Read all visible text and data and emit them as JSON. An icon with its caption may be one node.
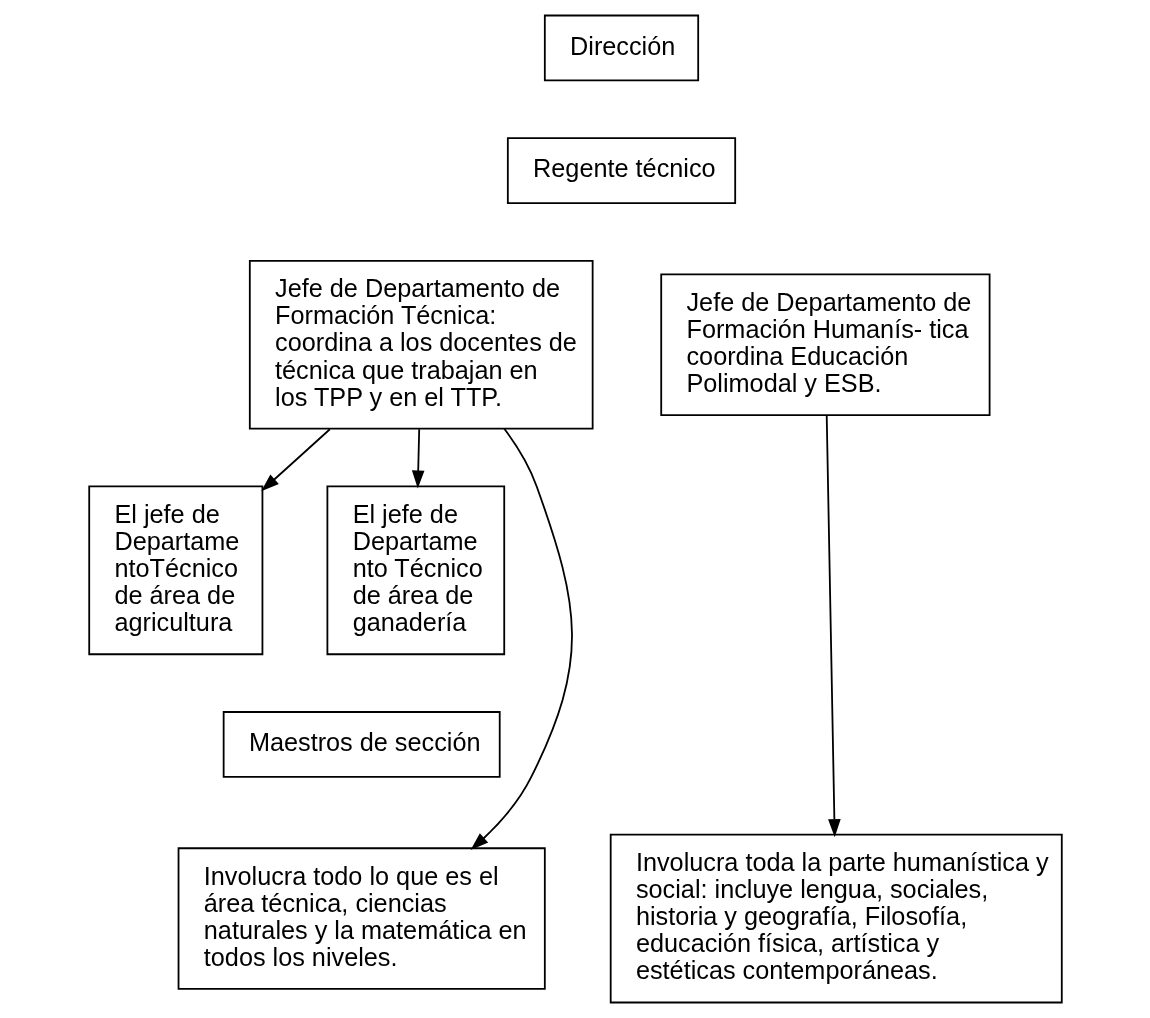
{
  "diagram": {
    "nodes": [
      {
        "text": [
          "Dirección"
        ]
      },
      {
        "text": [
          "Regente técnico"
        ]
      },
      {
        "text": [
          "Jefe de Departamento de Formación Técnica: coordina a los docentes de técnica que trabajan en los TPP y en el TTP."
        ]
      },
      {
        "text": [
          "Jefe de Departamento de Formación Humanís- tica coordina Educación Polimodal y ESB."
        ]
      },
      {
        "text": [
          "El jefe de Departame ntoTécnico de área de agricultura"
        ]
      },
      {
        "text": [
          "El jefe de Departame nto Técnico de área de ganadería"
        ]
      },
      {
        "text": [
          "Maestros de sección"
        ]
      },
      {
        "text": [
          "Involucra todo lo que es el área técnica, ciencias naturales y la matemática en todos los niveles."
        ]
      },
      {
        "text": [
          "Involucra toda la parte humanística y social: incluye lengua, sociales, historia y geografía, Filosofía, educación física, artística y estéticas contemporáneas."
        ]
      }
    ],
    "edges": [
      {
        "from": 2,
        "to": 4,
        "arrow": "to"
      },
      {
        "from": 2,
        "to": 5,
        "arrow": "to"
      },
      {
        "from": 2,
        "to": 7,
        "arrow": "to"
      },
      {
        "from": 3,
        "to": 8,
        "arrow": "to"
      }
    ]
  }
}
